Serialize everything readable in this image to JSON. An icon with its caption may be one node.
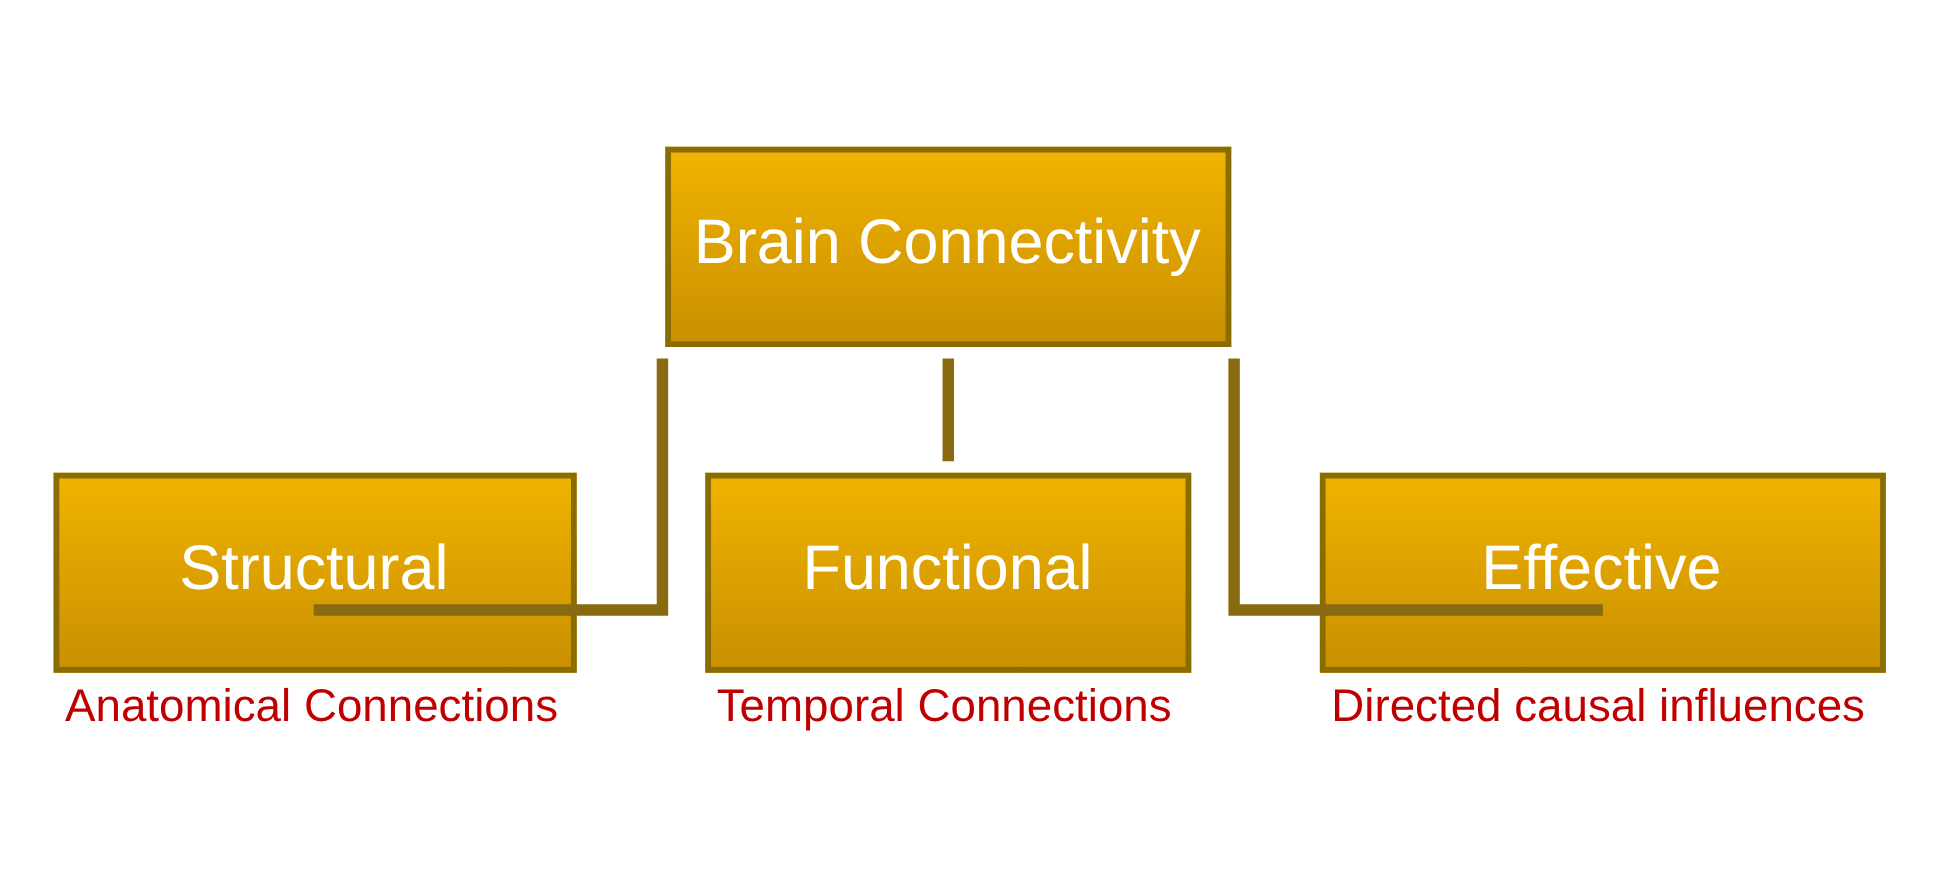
{
  "diagram": {
    "nodes": [
      {
        "text": [
          "Brain Connectivity"
        ]
      },
      {
        "text": [
          "Structural"
        ],
        "beside": [
          "Anatomical Connections"
        ]
      },
      {
        "text": [
          "Functional"
        ],
        "beside": [
          "Temporal Connections"
        ]
      },
      {
        "text": [
          "Effective"
        ],
        "beside": [
          "Directed causal influences"
        ]
      }
    ],
    "edges": [
      {
        "from": 0,
        "to": 1,
        "arrow": "none"
      },
      {
        "from": 0,
        "to": 2,
        "arrow": "none"
      },
      {
        "from": 0,
        "to": 3,
        "arrow": "none"
      }
    ]
  }
}
